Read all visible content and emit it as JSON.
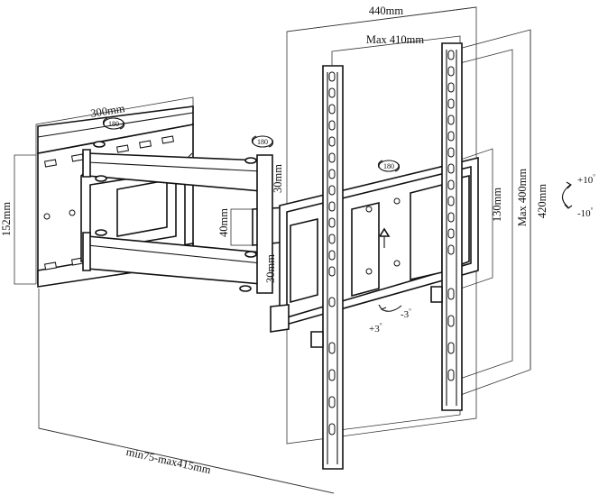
{
  "diagram": {
    "dimensions": {
      "width_total": "440mm",
      "width_max": "Max 410mm",
      "wall_plate_width": "300mm",
      "wall_plate_height": "152mm",
      "arm_spacing_top": "30mm",
      "arm_spacing_bottom": "30mm",
      "arm_height": "40mm",
      "center_plate_height": "130mm",
      "height_max": "Max 400mm",
      "height_total": "420mm",
      "extension_range": "min75-max415mm"
    },
    "rotation_badges": [
      "180",
      "180",
      "180"
    ],
    "tilt": {
      "up": "+10",
      "down": "-10",
      "unit": "°"
    },
    "swivel": {
      "left": "+3",
      "right": "-3",
      "unit": "°"
    }
  }
}
